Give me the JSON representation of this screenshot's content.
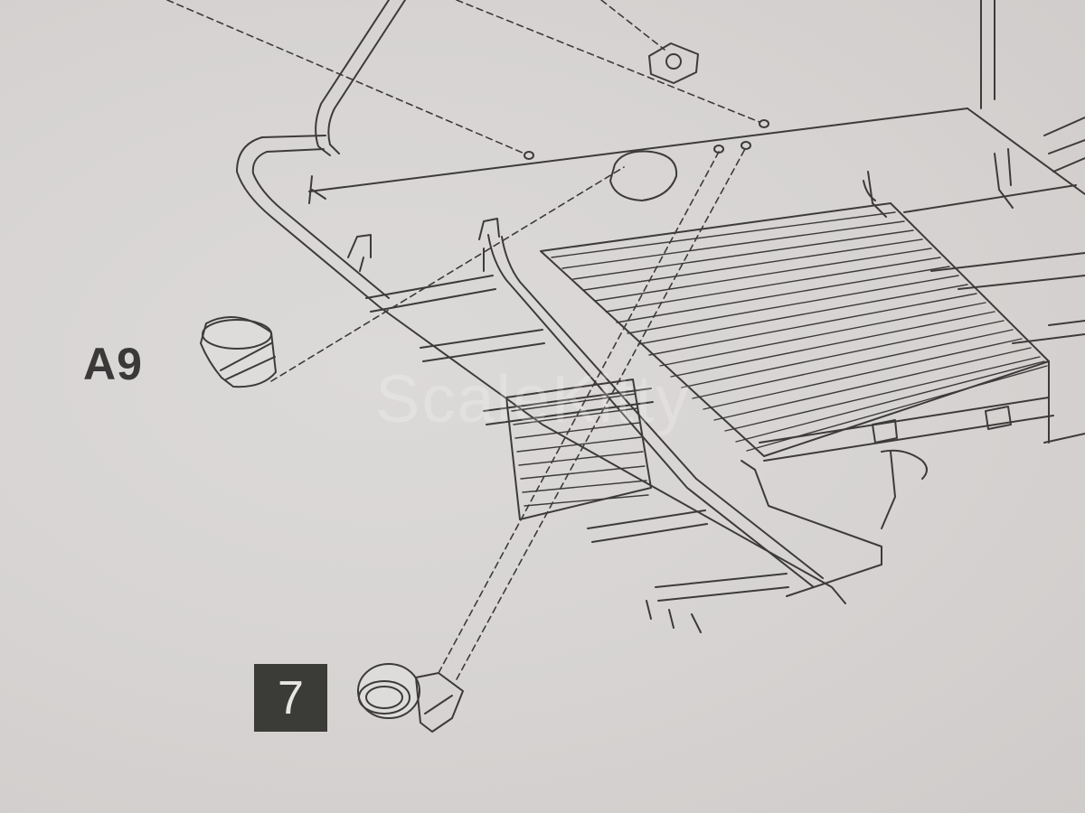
{
  "labels": {
    "part_label": "A9",
    "step_number": "7",
    "watermark": "ScaleKitty"
  },
  "colors": {
    "paper": "#d7d4d3",
    "ink": "#3d3b3a",
    "badge": "#3b3b38",
    "badge_text": "#e8e6e2"
  },
  "icons": {
    "part_a9": "cylindrical-light-lens",
    "part_7": "round-lamp-with-bracket"
  }
}
